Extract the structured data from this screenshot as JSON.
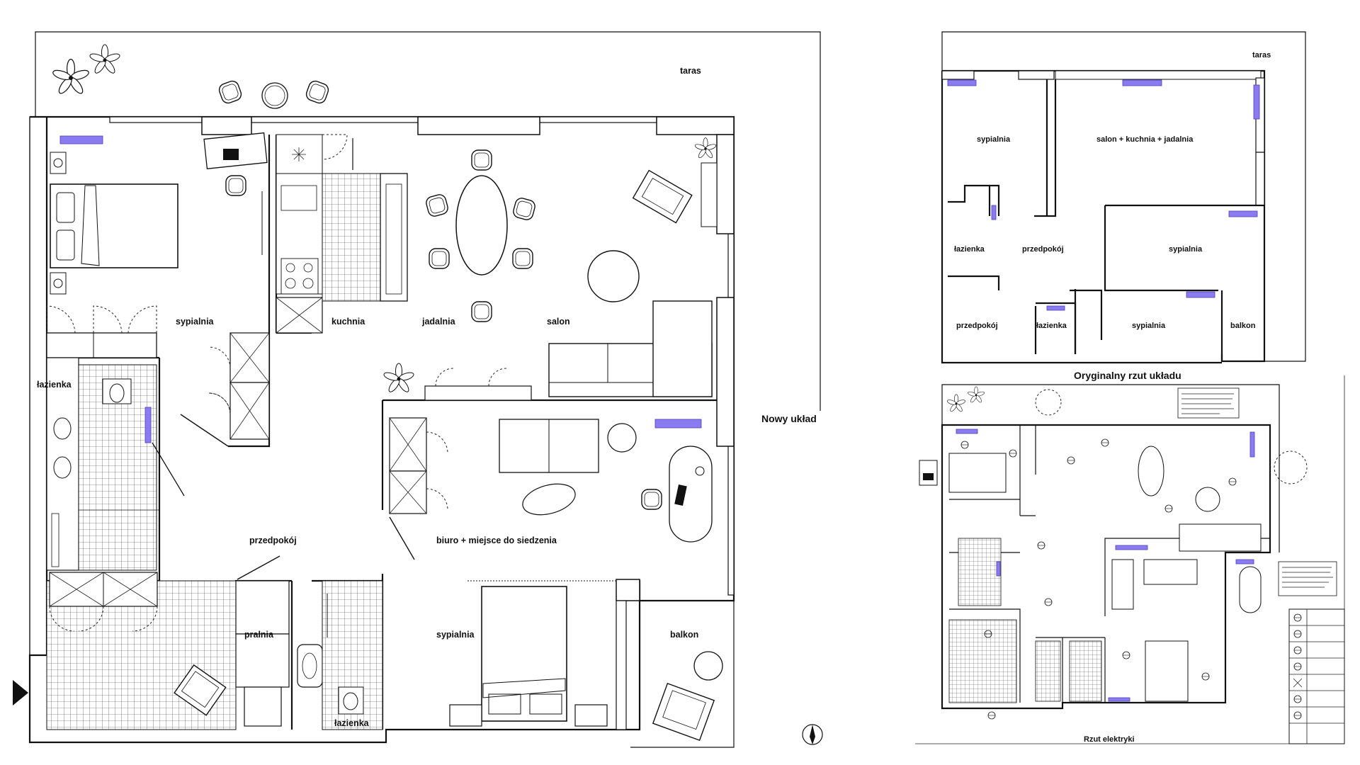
{
  "new_layout": {
    "title": "Nowy układ",
    "rooms": {
      "taras": "taras",
      "sypialnia_left": "sypialnia",
      "kuchnia": "kuchnia",
      "jadalnia": "jadalnia",
      "salon": "salon",
      "lazienka_left": "łazienka",
      "przedpokoj": "przedpokój",
      "biuro": "biuro + miejsce do siedzenia",
      "pralnia": "pralnia",
      "sypialnia_bottom": "sypialnia",
      "balkon": "balkon",
      "lazienka_bottom": "łazienka"
    }
  },
  "original_layout": {
    "title": "Oryginalny rzut układu",
    "rooms": {
      "taras": "taras",
      "sypialnia_tl": "sypialnia",
      "salon_kuchnia": "salon + kuchnia + jadalnia",
      "lazienka_ml": "łazienka",
      "przedpokoj_m": "przedpokój",
      "sypialnia_mr": "sypialnia",
      "przedpokoj_bl": "przedpokój",
      "lazienka_b": "łazienka",
      "sypialnia_b": "sypialnia",
      "balkon": "balkon"
    }
  },
  "electrical": {
    "title": "Rzut elektryki"
  },
  "colors": {
    "accent": "#8a7cf0",
    "line": "#111111"
  },
  "icons": {
    "entrance": "entrance-arrow-icon",
    "north": "north-compass-icon",
    "plant": "plant-icon"
  }
}
